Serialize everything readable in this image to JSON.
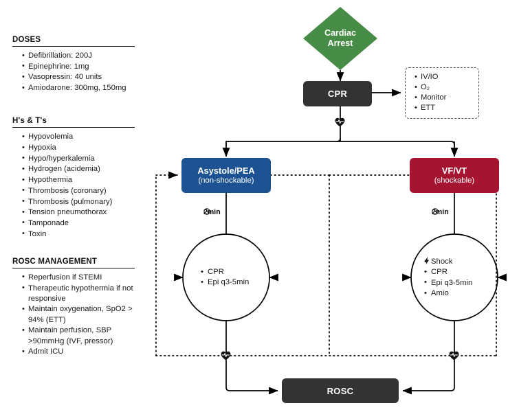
{
  "panels": [
    {
      "id": "doses",
      "title": "DOSES",
      "items": [
        "Defibrillation: 200J",
        "Epinephrine: 1mg",
        "Vasopressin: 40 units",
        "Amiodarone: 300mg, 150mg"
      ]
    },
    {
      "id": "hs-ts",
      "title": "H's & T's",
      "items": [
        "Hypovolemia",
        "Hypoxia",
        "Hypo/hyperkalemia",
        "Hydrogen (acidemia)",
        "Hypothermia",
        "Thrombosis (coronary)",
        "Thrombosis (pulmonary)",
        "Tension pneumothorax",
        "Tamponade",
        "Toxin"
      ]
    },
    {
      "id": "rosc-management",
      "title": "ROSC MANAGEMENT",
      "items": [
        "Reperfusion if STEMI",
        "Therapeutic hypothermia if not responsive",
        "Maintain oxygenation, SpO2 > 94% (ETT)",
        "Maintain perfusion, SBP >90mmHg (IVF, pressor)",
        "Admit ICU"
      ]
    }
  ],
  "flow": {
    "start": {
      "line1": "Cardiac",
      "line2": "Arrest"
    },
    "cpr": "CPR",
    "adjuncts": [
      "IV/IO",
      "O₂",
      "Monitor",
      "ETT"
    ],
    "branch_left": {
      "title": "Asystole/PEA",
      "sub": "(non-shockable)"
    },
    "branch_right": {
      "title": "VF/VT",
      "sub": "(shockable)"
    },
    "interval_left": "2min",
    "interval_right": "2min",
    "cycle_left": [
      "CPR",
      "Epi q3-5min"
    ],
    "cycle_right_shock": "Shock",
    "cycle_right": [
      "CPR",
      "Epi q3-5min",
      "Amio"
    ],
    "rosc": "ROSC"
  },
  "colors": {
    "start": "#468b46",
    "process": "#333333",
    "nonshockable": "#1c5291",
    "shockable": "#a51431",
    "line": "#000000"
  }
}
